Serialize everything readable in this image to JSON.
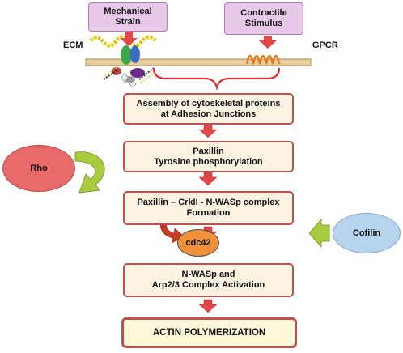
{
  "stimuli": {
    "mechanical": [
      "Mechanical",
      "Strain"
    ],
    "contractile": [
      "Contractile",
      "Stimulus"
    ]
  },
  "labels": {
    "ecm": "ECM",
    "gpcr": "GPCR"
  },
  "steps": [
    [
      "Assembly of cytoskeletal proteins",
      "at Adhesion Junctions"
    ],
    [
      "Paxillin",
      "Tyrosine  phosphorylation"
    ],
    [
      "Paxillin – CrkII - N-WASp complex",
      "Formation"
    ],
    [
      "N-WASp and",
      "Arp2/3 Complex Activation"
    ]
  ],
  "final_step": "ACTIN POLYMERIZATION",
  "regulators": {
    "rho": "Rho",
    "cofilin": "Cofilin",
    "cdc42": "cdc42"
  },
  "colors": {
    "box_border": "#c0504d",
    "box_fill": "#fdf3e3",
    "arrow_red": "#e04848",
    "rho": "#e86a6a",
    "cofilin": "#b7d4ef",
    "cdc42": "#f0913a",
    "curved_arrow_green": "#a7cc3e"
  }
}
